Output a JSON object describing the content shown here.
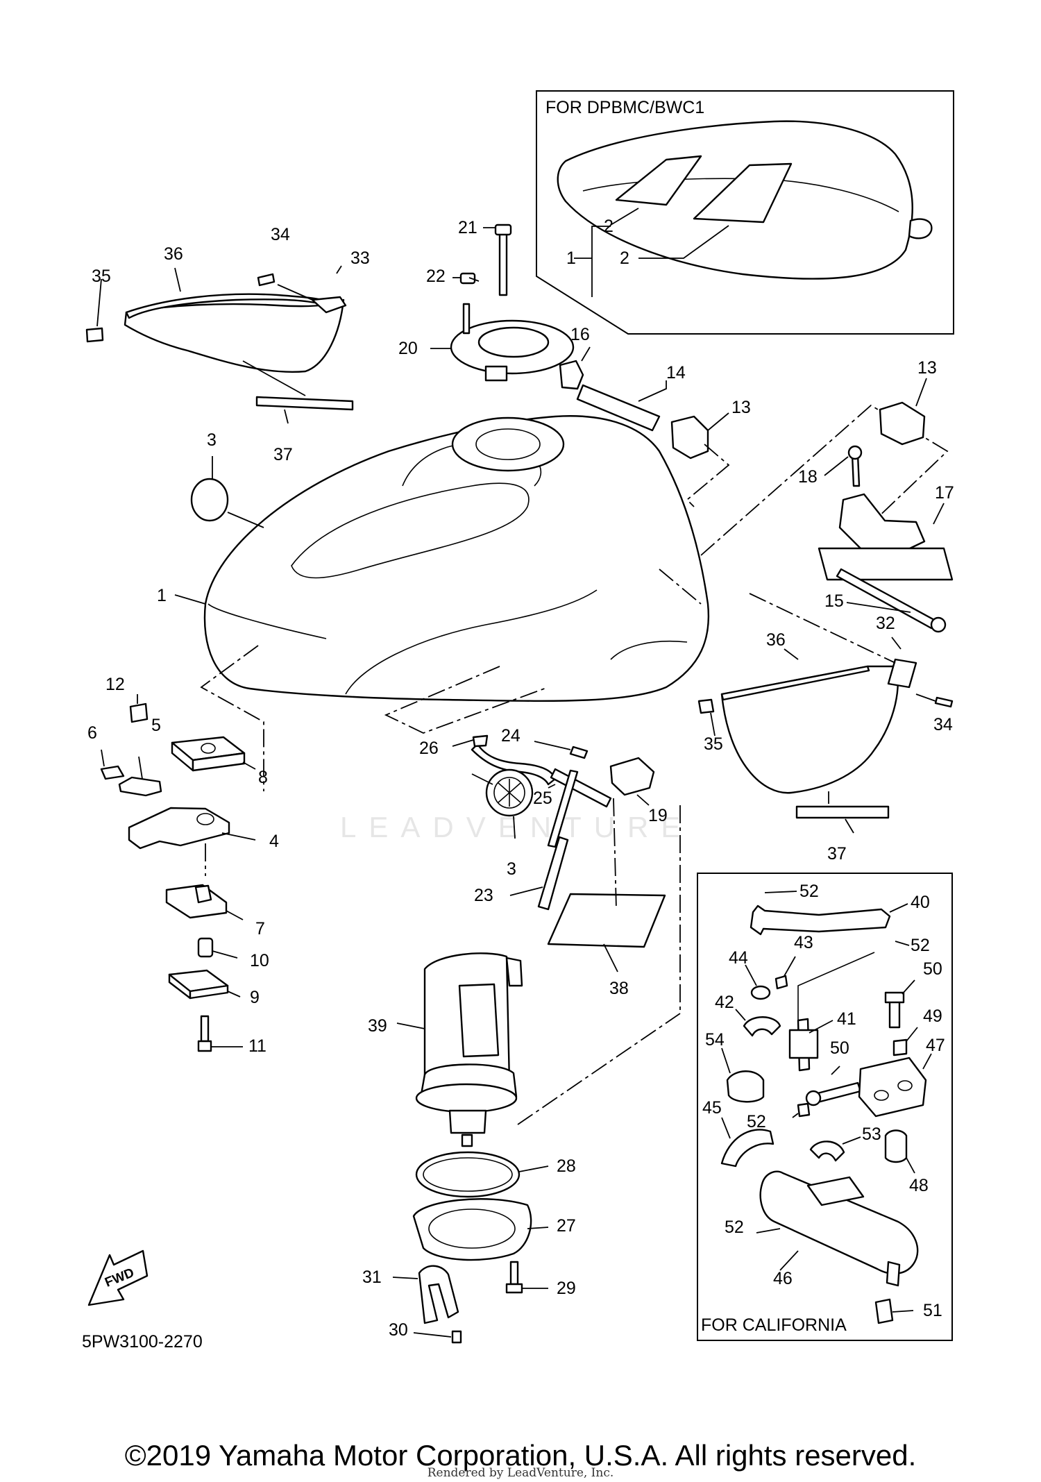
{
  "diagram": {
    "code": "5PW3100-2270",
    "watermark": "LEADVENTURE",
    "fwd_label": "FWD",
    "inset_top_title": "FOR DPBMC/BWC1",
    "inset_bottom_title": "FOR CALIFORNIA",
    "callouts": {
      "c1": "1",
      "c2": "2",
      "c3": "3",
      "c4": "4",
      "c5": "5",
      "c6": "6",
      "c7": "7",
      "c8": "8",
      "c9": "9",
      "c10": "10",
      "c11": "11",
      "c12": "12",
      "c13": "13",
      "c14": "14",
      "c15": "15",
      "c16": "16",
      "c17": "17",
      "c18": "18",
      "c19": "19",
      "c20": "20",
      "c21": "21",
      "c22": "22",
      "c23": "23",
      "c24": "24",
      "c25": "25",
      "c26": "26",
      "c27": "27",
      "c28": "28",
      "c29": "29",
      "c30": "30",
      "c31": "31",
      "c32": "32",
      "c33": "33",
      "c34": "34",
      "c35": "35",
      "c36": "36",
      "c37": "37",
      "c38": "38",
      "c39": "39",
      "c40": "40",
      "c41": "41",
      "c42": "42",
      "c43": "43",
      "c44": "44",
      "c45": "45",
      "c46": "46",
      "c47": "47",
      "c48": "48",
      "c49": "49",
      "c50": "50",
      "c51": "51",
      "c52": "52",
      "c53": "53",
      "c54": "54"
    }
  },
  "footer": {
    "copyright": "©2019 Yamaha Motor Corporation, U.S.A. All rights reserved.",
    "rendered_by": "Rendered by LeadVenture, Inc."
  }
}
